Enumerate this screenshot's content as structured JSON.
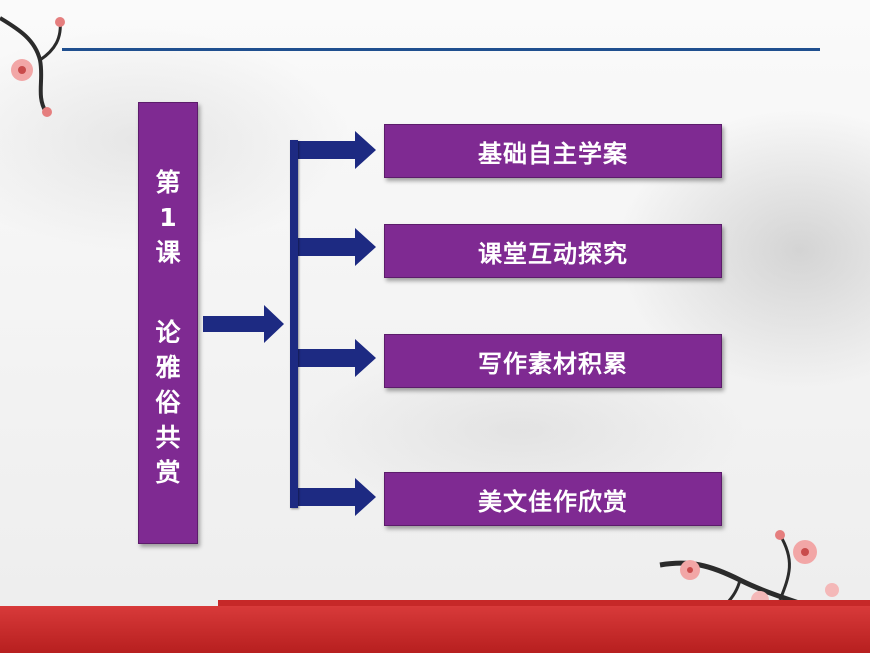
{
  "title": {
    "lesson_chars": [
      "第",
      "1",
      "课"
    ],
    "topic_chars": [
      "论",
      "雅",
      "俗",
      "共",
      "赏"
    ]
  },
  "menu": [
    {
      "label": "基础自主学案"
    },
    {
      "label": "课堂互动探究"
    },
    {
      "label": "写作素材积累"
    },
    {
      "label": "美文佳作欣赏"
    }
  ],
  "colors": {
    "accent_purple": "#7f2a92",
    "arrow_navy": "#1d2a82",
    "rule_blue": "#1f4f8f",
    "footer_red": "#c62828"
  },
  "icons": [
    "right-arrow-icon",
    "plum-blossom-branch-icon"
  ]
}
